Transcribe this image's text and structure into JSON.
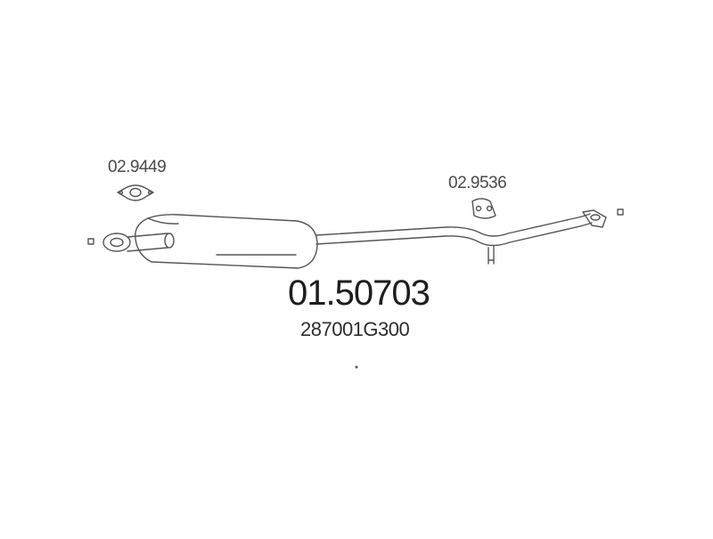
{
  "diagram": {
    "part_number": "01.50703",
    "oem_number": "287001G300",
    "components": [
      {
        "id": "gasket",
        "code": "02.9449"
      },
      {
        "id": "rubber-hanger",
        "code": "02.9536"
      }
    ],
    "colors": {
      "line": "#555555",
      "background": "#ffffff"
    }
  }
}
